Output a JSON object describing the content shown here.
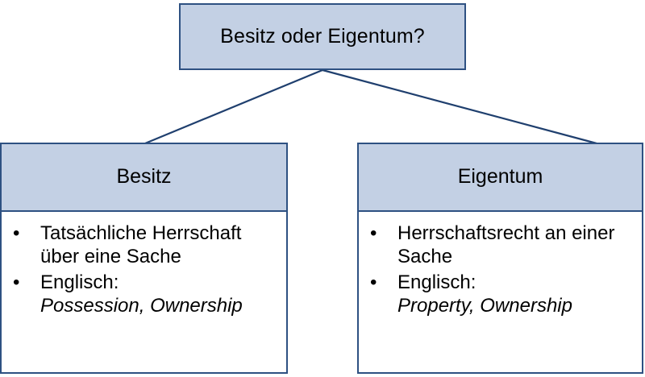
{
  "diagram": {
    "type": "hierarchy-tree",
    "colors": {
      "node_fill": "#C3D0E4",
      "node_border": "#2E5182",
      "body_fill": "#FFFFFF",
      "text": "#000000",
      "connector": "#1F3F6E"
    },
    "root": {
      "title": "Besitz oder Eigentum?"
    },
    "children": [
      {
        "id": "besitz",
        "header": "Besitz",
        "bullets": [
          {
            "marker": "bullet-dot",
            "text": "Tatsächliche Herrschaft über eine Sache",
            "sub": ""
          },
          {
            "marker": "bullet-dot",
            "text": "Englisch:",
            "sub": "Possession, Ownership"
          }
        ]
      },
      {
        "id": "eigentum",
        "header": "Eigentum",
        "bullets": [
          {
            "marker": "bullet-dot",
            "text": "Herrschaftsrecht an einer Sache",
            "sub": ""
          },
          {
            "marker": "bullet-dot",
            "text": "Englisch:",
            "sub": "Property, Ownership"
          }
        ]
      }
    ],
    "connectors": [
      {
        "from": "root",
        "to": "besitz"
      },
      {
        "from": "root",
        "to": "eigentum"
      }
    ]
  }
}
